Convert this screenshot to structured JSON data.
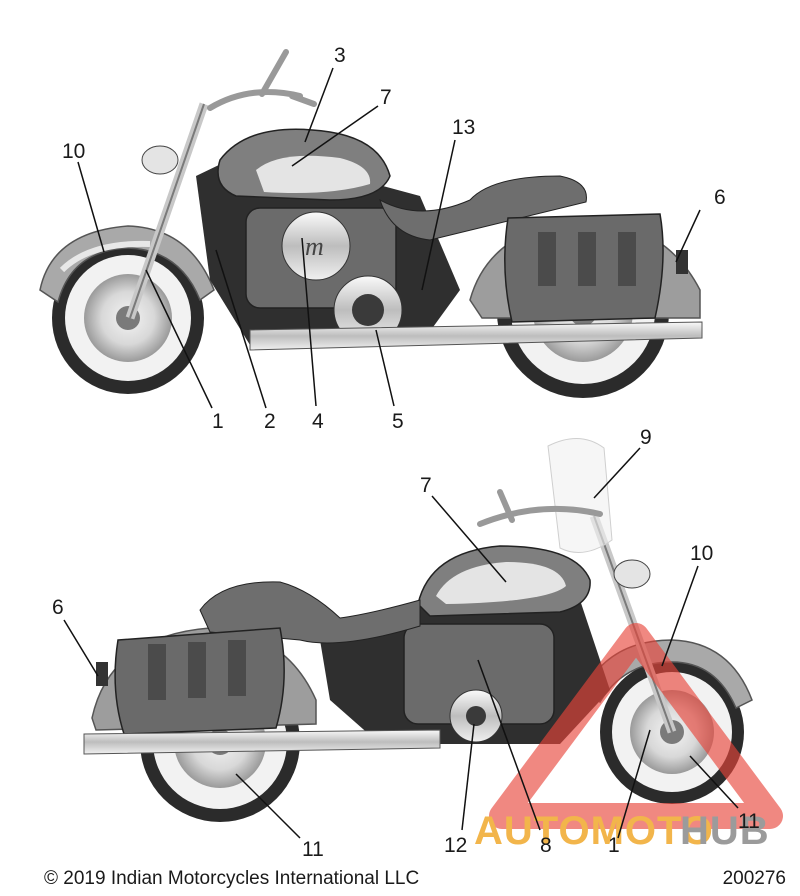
{
  "figure": {
    "copyright": "© 2019 Indian Motorcycles International LLC",
    "figure_id": "200276"
  },
  "callouts": {
    "top": [
      "1",
      "2",
      "3",
      "4",
      "5",
      "6",
      "7",
      "10",
      "13"
    ],
    "bottom": [
      "1",
      "6",
      "7",
      "8",
      "9",
      "10",
      "11",
      "11",
      "12"
    ]
  },
  "watermark": {
    "text_part1": "AUTOMOTO",
    "text_part2": "HUB",
    "color_red": "#e8443a",
    "color_orange": "#f0a92c",
    "color_gray": "#8a8a8a"
  },
  "colors": {
    "body_dark": "#555555",
    "body_light": "#cfcfcf",
    "chrome": "#e6e6e6",
    "tire": "#2a2a2a"
  }
}
